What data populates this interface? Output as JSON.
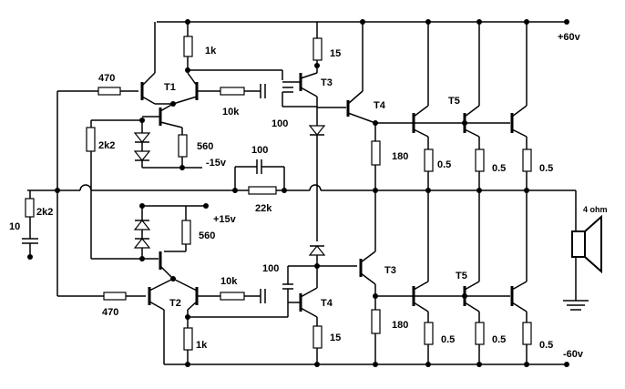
{
  "rails": {
    "positive": "+60v",
    "negative": "-60v"
  },
  "input": {
    "cap": "10",
    "resistor": "2k2"
  },
  "upper": {
    "r_input": "470",
    "t1": "T1",
    "r_1k": "1k",
    "r_10k": "10k",
    "r_15": "15",
    "t3": "T3",
    "t4": "T4",
    "cap_100": "100",
    "r_2k2": "2k2",
    "r_560": "560",
    "supply": "-15v",
    "r_180": "180",
    "t5": "T5",
    "emitters": [
      "0.5",
      "0.5",
      "0.5"
    ]
  },
  "feedback": {
    "cap": "100",
    "resistor": "22k"
  },
  "lower": {
    "supply": "+15v",
    "r_560": "560",
    "r_input": "470",
    "t2": "T2",
    "r_10k": "10k",
    "cap_100": "100",
    "t3": "T3",
    "t4": "T4",
    "r_1k": "1k",
    "r_15": "15",
    "r_180": "180",
    "t5": "T5",
    "emitters": [
      "0.5",
      "0.5",
      "0.5"
    ]
  },
  "load": {
    "label": "4 ohm"
  }
}
